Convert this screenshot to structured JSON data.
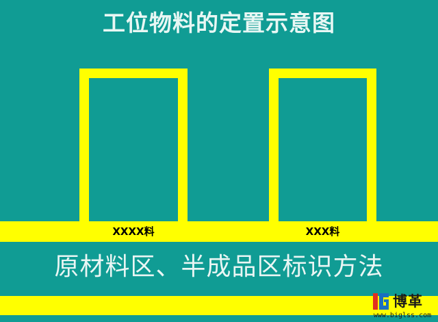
{
  "title": "工位物料的定置示意图",
  "zones": [
    {
      "label": "XXXX料"
    },
    {
      "label": "XXX料"
    }
  ],
  "caption": "原材料区、半成品区标识方法",
  "logo": {
    "name": "博革",
    "url": "www.biglss.com"
  },
  "colors": {
    "background": "#109C94",
    "marking_yellow": "#FFFF00",
    "title_text": "#E8F7F4"
  }
}
